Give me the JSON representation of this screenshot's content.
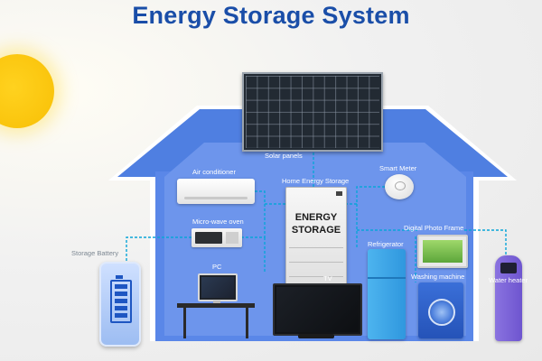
{
  "title": "Energy Storage System",
  "storage_unit_text": "ENERGY STORAGE",
  "labels": {
    "solar_panels": "Solar panels",
    "air_conditioner": "Air conditioner",
    "home_energy_storage": "Home Energy Storage",
    "smart_meter": "Smart Meter",
    "micro_wave_oven": "Micro-wave oven",
    "digital_photo_frame": "Digital Photo Frame",
    "storage_battery": "Storage Battery",
    "refrigerator": "Refrigerator",
    "pc": "PC",
    "tv": "TV",
    "washing_machine": "Washing machine",
    "water_heater": "Water heater"
  },
  "colors": {
    "title": "#1a4ea8",
    "house_wall": "#5a87e8",
    "house_roof": "#4e7ee0",
    "house_outline": "#ffffff",
    "connection_line": "#0aa5d8",
    "sun": "#f8bf05"
  },
  "icons": [
    "sun-icon",
    "solar-panel-icon",
    "battery-icon"
  ]
}
